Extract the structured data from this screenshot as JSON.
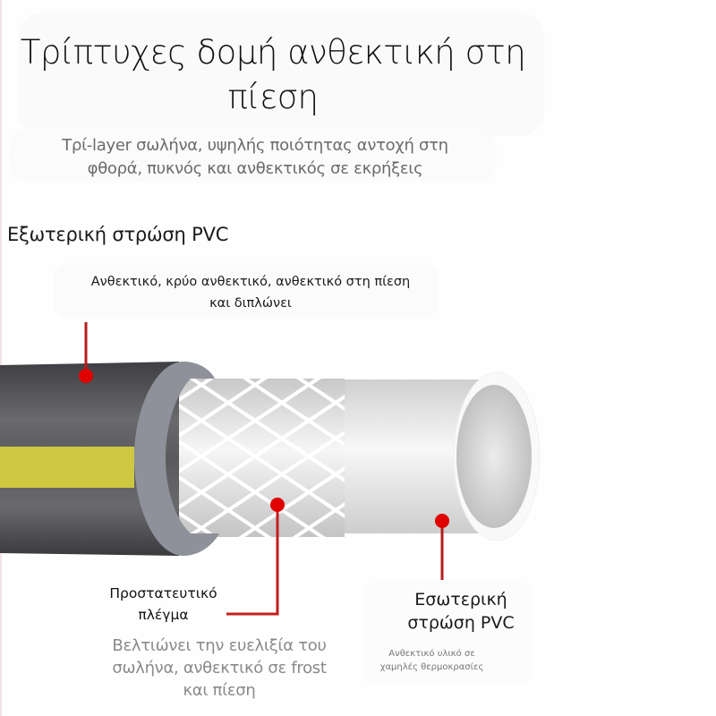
{
  "header": {
    "title": "Τρίπτυχες δομή ανθεκτική στη πίεση",
    "title_line1": "Τρίπτυχες δομή ανθεκτική στη",
    "title_line2": "πίεση",
    "subtitle_line1": "Τρί-layer σωλήνα, υψηλής ποιότητας αντοχή στη",
    "subtitle_line2": "φθορά, πυκνός και ανθεκτικός σε εκρήξεις"
  },
  "layers": {
    "outer": {
      "title": "Εξωτερική στρώση PVC",
      "desc_line1": "Ανθεκτικό, κρύο ανθεκτικό, ανθεκτικό στη πίεση",
      "desc_line2": "και διπλώνει"
    },
    "mesh": {
      "title_line1": "Προστατευτικό",
      "title_line2": "πλέγμα",
      "desc_line1": "Βελτιώνει την ευελιξία του",
      "desc_line2": "σωλήνα, ανθεκτικό σε frost",
      "desc_line3": "και πίεση"
    },
    "inner": {
      "title_line1": "Εσωτερική",
      "title_line2": "στρώση PVC",
      "desc_line1": "Ανθεκτικό υλικό σε",
      "desc_line2": "χαμηλές θερμοκρασίες"
    }
  },
  "colors": {
    "outer_hose": "#4a4a4e",
    "stripe": "#cdc840",
    "ring": "#8e9199",
    "mesh_tube": "#dcdcdc",
    "inner_tube": "#e6e6e6",
    "callout": "#e00000",
    "callout_line": "#b51c1c"
  }
}
